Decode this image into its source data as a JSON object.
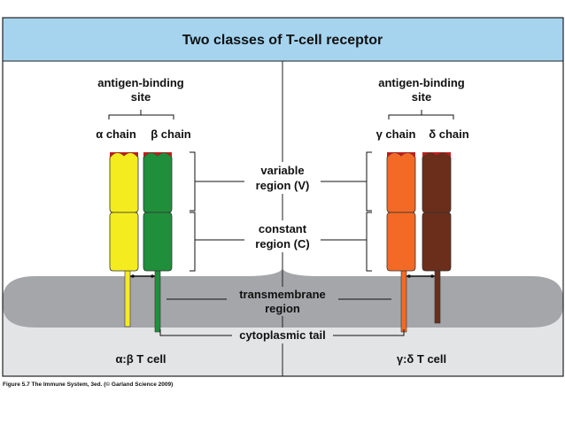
{
  "title": "Two classes of T-cell receptor",
  "left": {
    "antigen_line1": "antigen-binding",
    "antigen_line2": "site",
    "chain_alpha": "α chain",
    "chain_beta": "β chain",
    "cell_label": "α:β T cell"
  },
  "right": {
    "antigen_line1": "antigen-binding",
    "antigen_line2": "site",
    "chain_gamma": "γ chain",
    "chain_delta": "δ chain",
    "cell_label": "γ:δ T cell"
  },
  "regions": {
    "variable_line1": "variable",
    "variable_line2": "region (V)",
    "constant_line1": "constant",
    "constant_line2": "region (C)",
    "transmembrane_line1": "transmembrane",
    "transmembrane_line2": "region",
    "cytoplasmic": "cytoplasmic tail"
  },
  "caption": "Figure 5.7 The Immune System, 3ed. (© Garland Science 2009)",
  "colors": {
    "header": "#a6d4ef",
    "membrane": "#a4a6a9",
    "cytoplasm": "#e3e4e6",
    "alpha": "#f4ec1e",
    "beta": "#1f8f3c",
    "gamma": "#f26a26",
    "delta": "#6b2e1a",
    "cap": "#c21d1d"
  }
}
